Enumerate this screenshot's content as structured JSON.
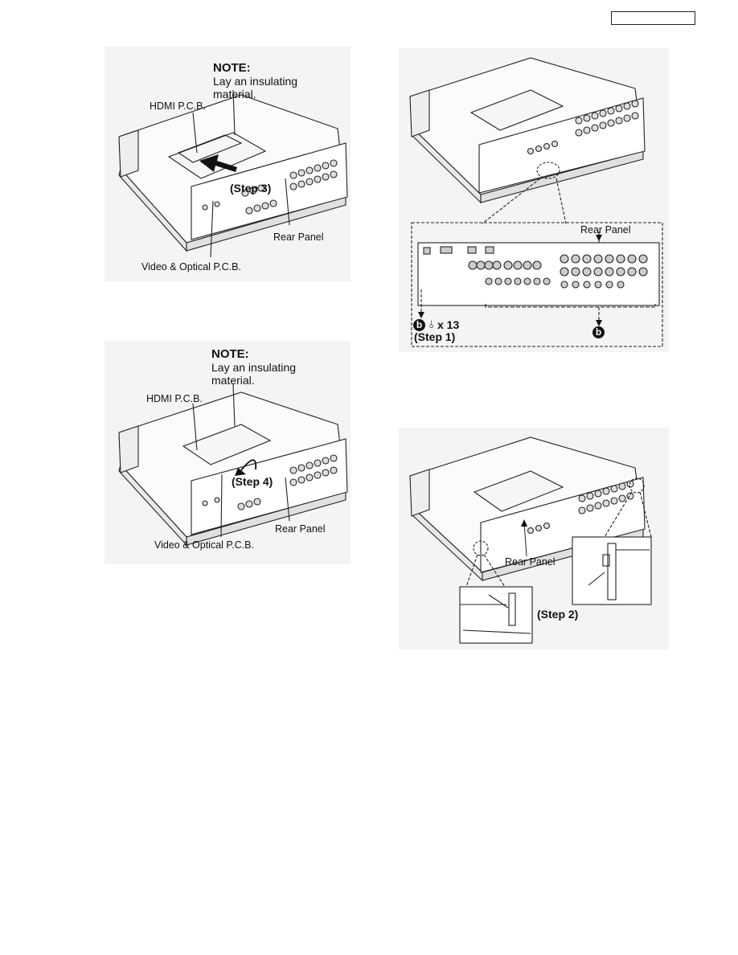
{
  "header": {
    "model_box": ""
  },
  "fig1": {
    "note_title": "NOTE:",
    "note_body": "Lay an insulating\nmaterial.",
    "hdmi_label": "HDMI P.C.B.",
    "step_label": "(Step 3)",
    "rear_label": "Rear Panel",
    "video_label": "Video & Optical P.C.B."
  },
  "fig2": {
    "note_title": "NOTE:",
    "note_body": "Lay an insulating\nmaterial.",
    "hdmi_label": "HDMI P.C.B.",
    "step_label": "(Step 4)",
    "rear_label": "Rear Panel",
    "video_label": "Video & Optical P.C.B."
  },
  "fig3": {
    "rear_label": "Rear Panel",
    "screw_symbol": "b",
    "screw_count": "x 13",
    "step_label": "(Step 1)",
    "screw_symbol_right": "b"
  },
  "fig4": {
    "rear_label": "Rear Panel",
    "step_label": "(Step 2)"
  },
  "colors": {
    "ink": "#111111",
    "panel": "#f4f4f4"
  }
}
